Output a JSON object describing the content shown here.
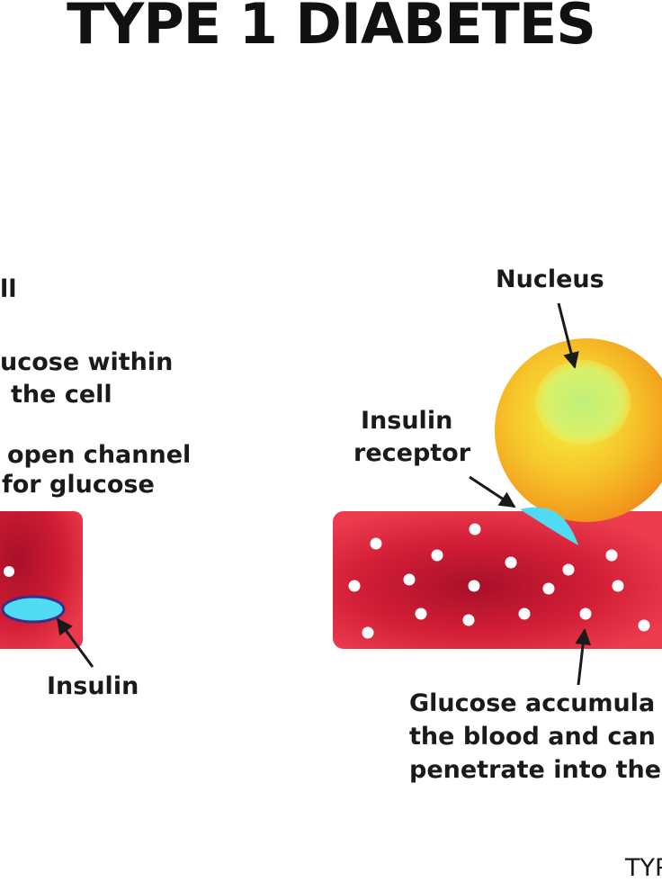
{
  "title": "TYPE 1 DIABETES",
  "left_panel": {
    "heading_fragment": "ll",
    "glucose_within": [
      "ucose within",
      "the cell"
    ],
    "open_channel": [
      "open channel",
      "for glucose"
    ],
    "insulin_label": "Insulin"
  },
  "right_panel": {
    "nucleus_label": "Nucleus",
    "insulin_receptor": [
      "Insulin",
      "receptor"
    ],
    "glucose_accumulates": [
      "Glucose accumula",
      "the blood and can",
      "penetrate into the"
    ]
  },
  "footer": {
    "text": "TYP"
  },
  "colors": {
    "blood_red": "#e0283c",
    "blood_dark": "#a8102a",
    "insulin_cyan": "#4fdcf2",
    "insulin_outline": "#3a2e8c",
    "nucleus_orange": "#f6a21e",
    "nucleus_yellow": "#f5e532",
    "nucleus_center": "#c8ef6a",
    "glucose_dot": "#ffffff",
    "text": "#1a1a1a"
  }
}
